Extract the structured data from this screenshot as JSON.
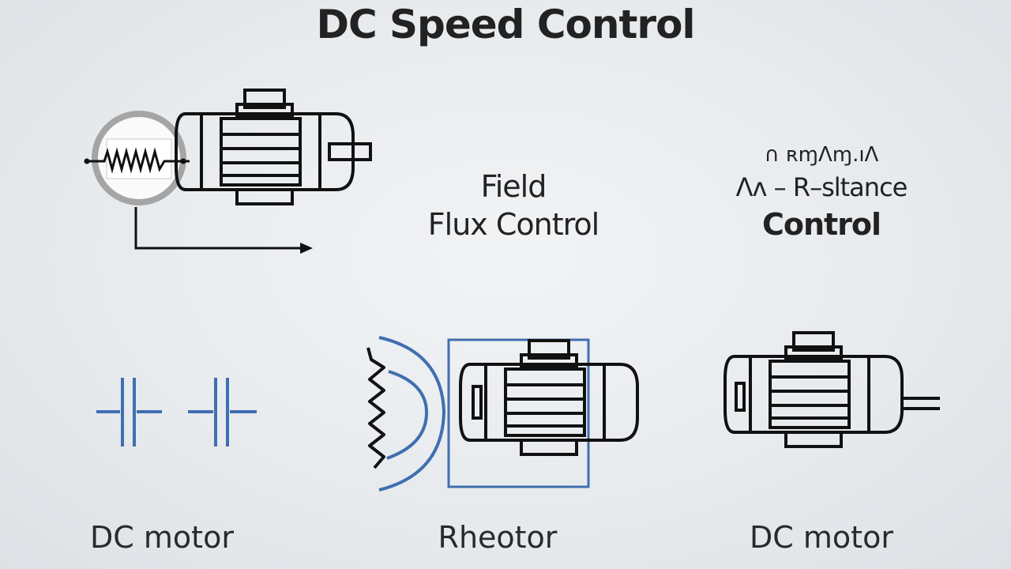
{
  "title": "DC Speed Control",
  "labels": {
    "field_flux_line1": "Field",
    "field_flux_line2": "Flux Control",
    "resistance_line1": "∩ ʀɱɅɱ.ıɅ",
    "resistance_line2": "Ʌʌ – R–sltance",
    "resistance_line3": "Control"
  },
  "captions": {
    "left": "DC motor",
    "middle": "Rheotor",
    "right": "DC motor"
  },
  "colors": {
    "ink": "#111111",
    "accent_blue": "#3f6fb0",
    "ring_gray": "#9a9a9a"
  }
}
